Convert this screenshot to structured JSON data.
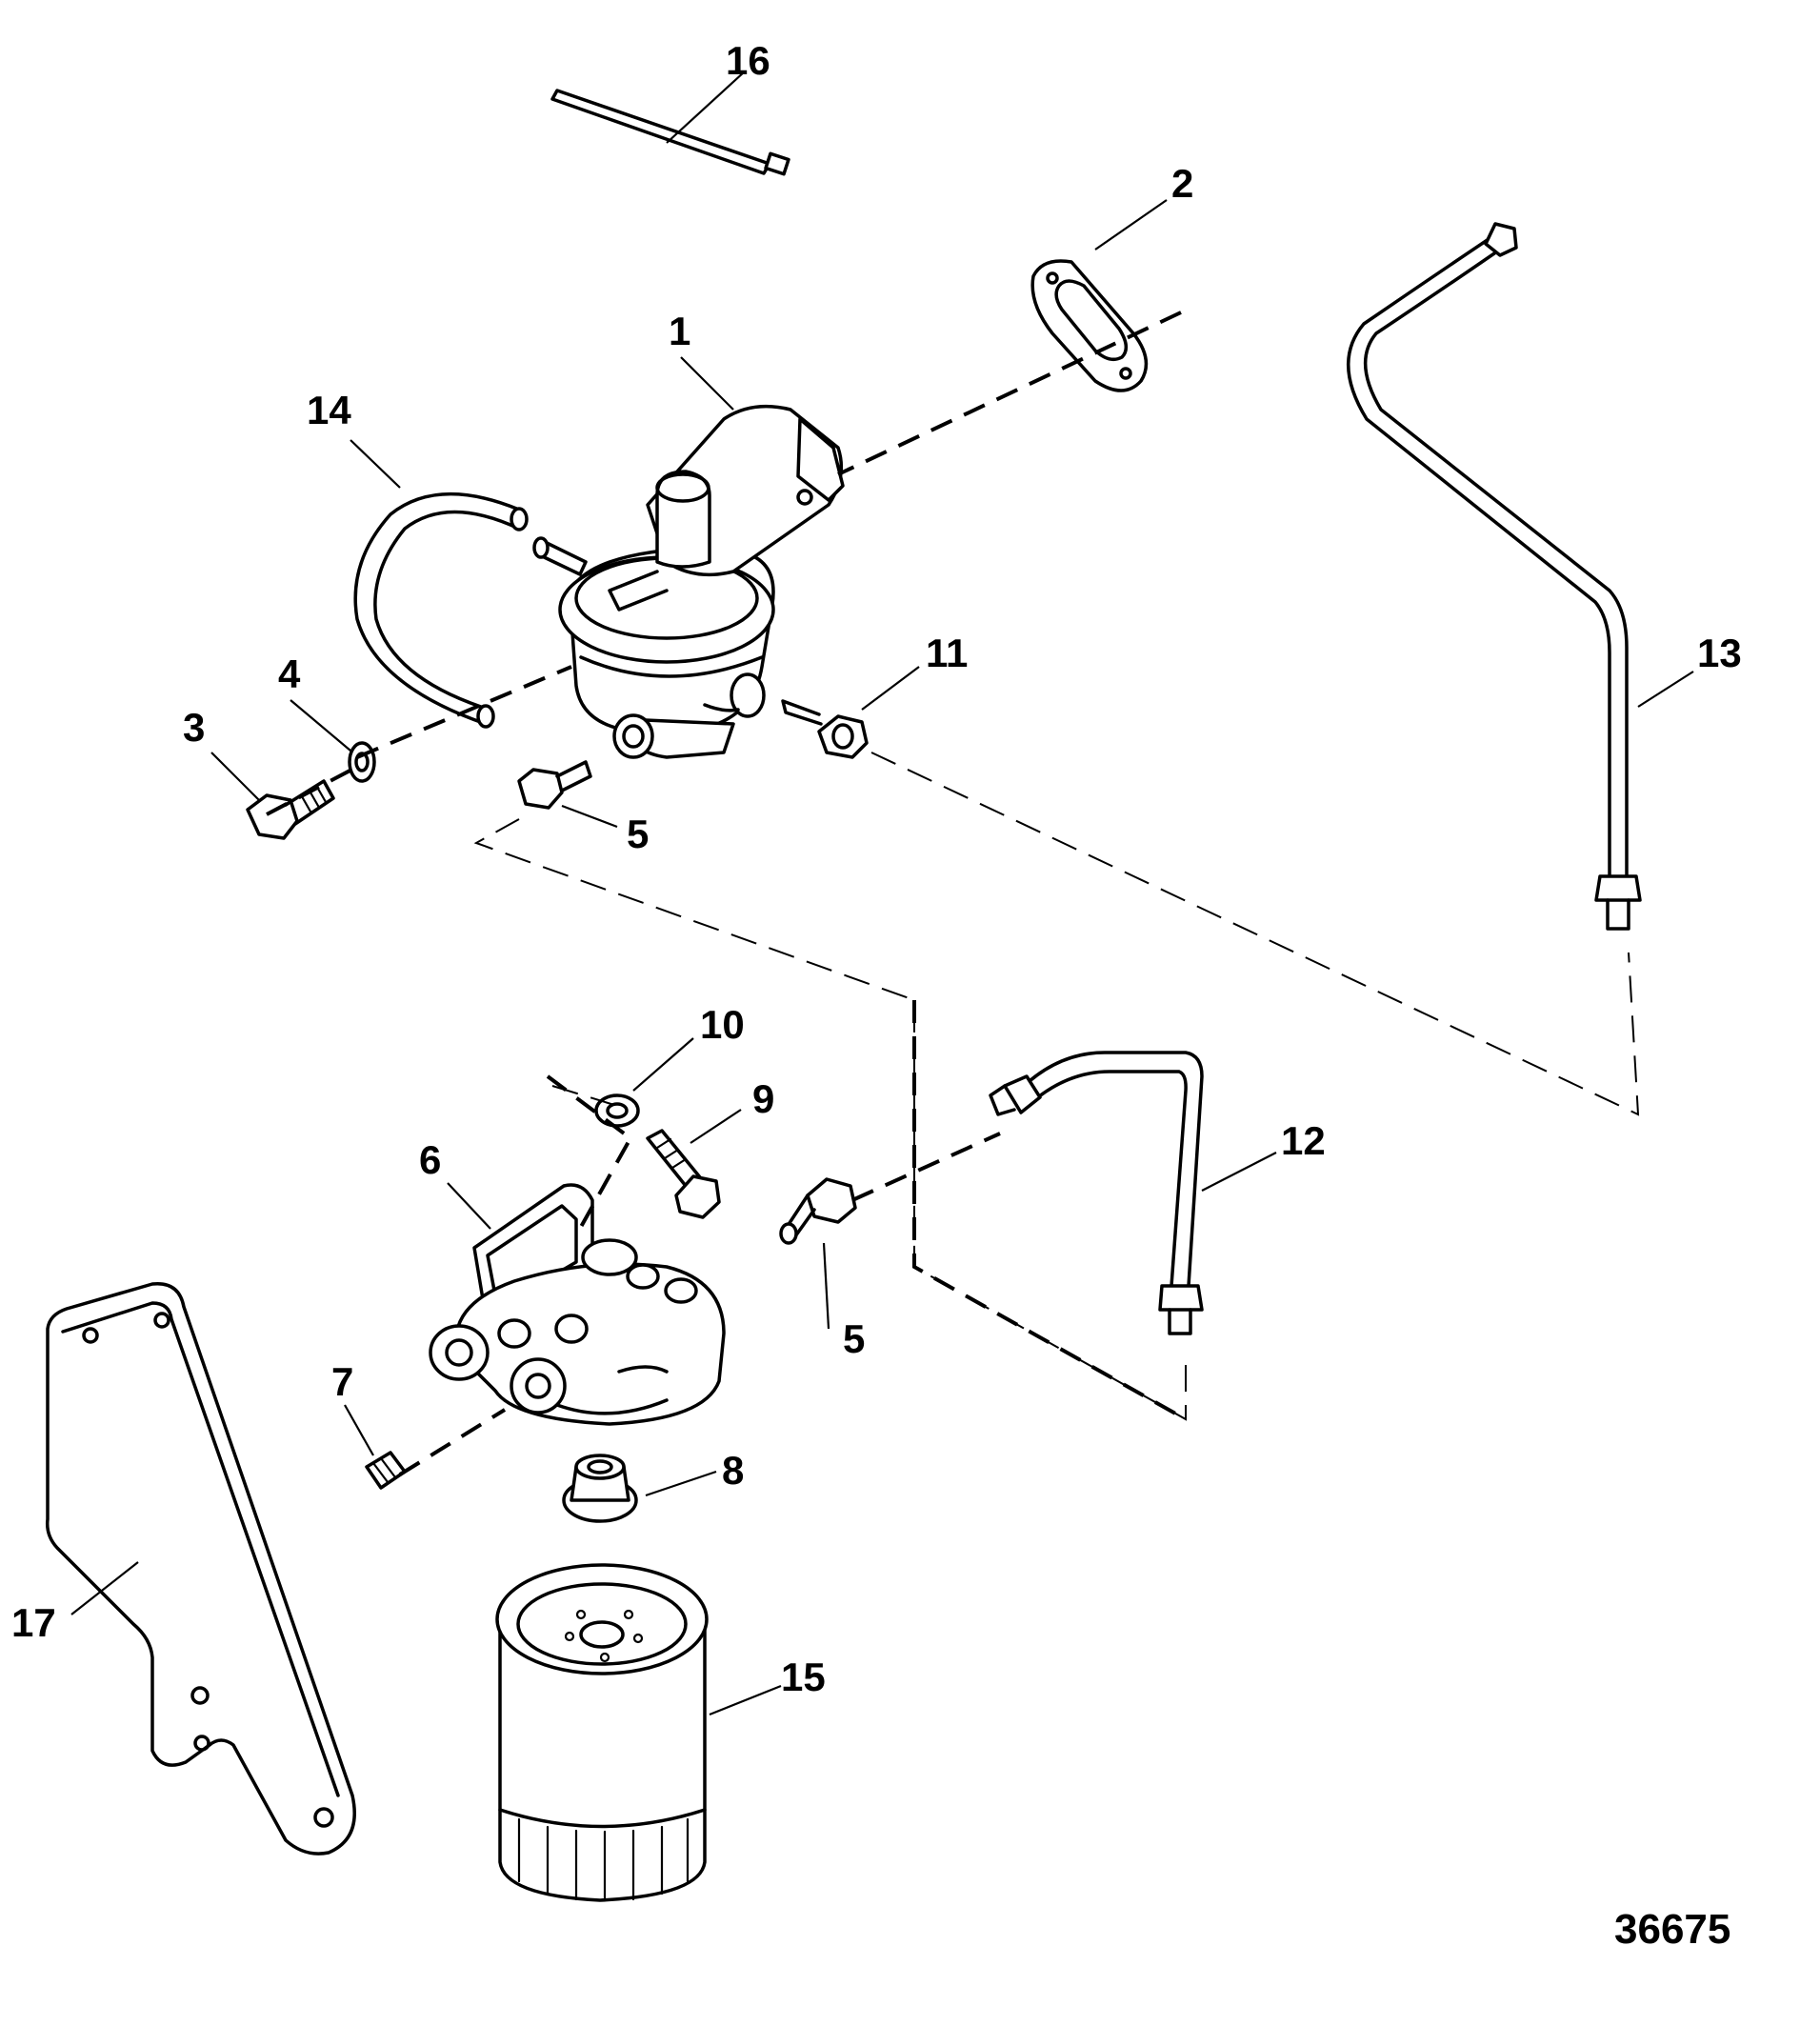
{
  "figure_number": "36675",
  "callouts": {
    "c1": "1",
    "c2": "2",
    "c3": "3",
    "c4": "4",
    "c5a": "5",
    "c5b": "5",
    "c6": "6",
    "c7": "7",
    "c8": "8",
    "c9": "9",
    "c10": "10",
    "c11": "11",
    "c12": "12",
    "c13": "13",
    "c14": "14",
    "c15": "15",
    "c16": "16",
    "c17": "17"
  }
}
